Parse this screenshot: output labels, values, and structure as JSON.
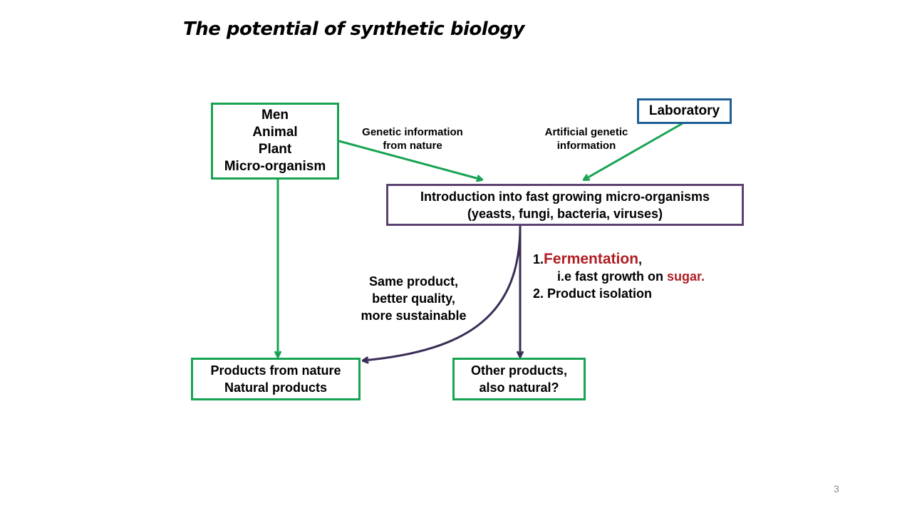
{
  "slide": {
    "title": "The potential of synthetic biology",
    "page_number": "3"
  },
  "boxes": {
    "sources": [
      "Men",
      "Animal",
      "Plant",
      "Micro-organism"
    ],
    "laboratory": "Laboratory",
    "introduction": [
      "Introduction into fast growing micro-organisms",
      "(yeasts, fungi, bacteria, viruses)"
    ],
    "natural_products": [
      "Products from nature",
      "Natural products"
    ],
    "other_products": [
      "Other products,",
      "also natural?"
    ]
  },
  "labels": {
    "genetic_from_nature": [
      "Genetic information",
      "from nature"
    ],
    "artificial_genetic": [
      "Artificial genetic",
      "information"
    ],
    "same_product": [
      "Same product,",
      "better quality,",
      "more sustainable"
    ]
  },
  "steps": {
    "step1_prefix": "1.",
    "fermentation": "Fermentation",
    "step1_suffix": ",",
    "step1b_text": "i.e fast growth on ",
    "sugar": "sugar.",
    "step2": "2. Product isolation"
  },
  "colors": {
    "green": "#17a352",
    "purple": "#5b4270",
    "blue": "#1f5f94",
    "red": "#b01e23",
    "dark_arrow": "#3a2d55"
  }
}
